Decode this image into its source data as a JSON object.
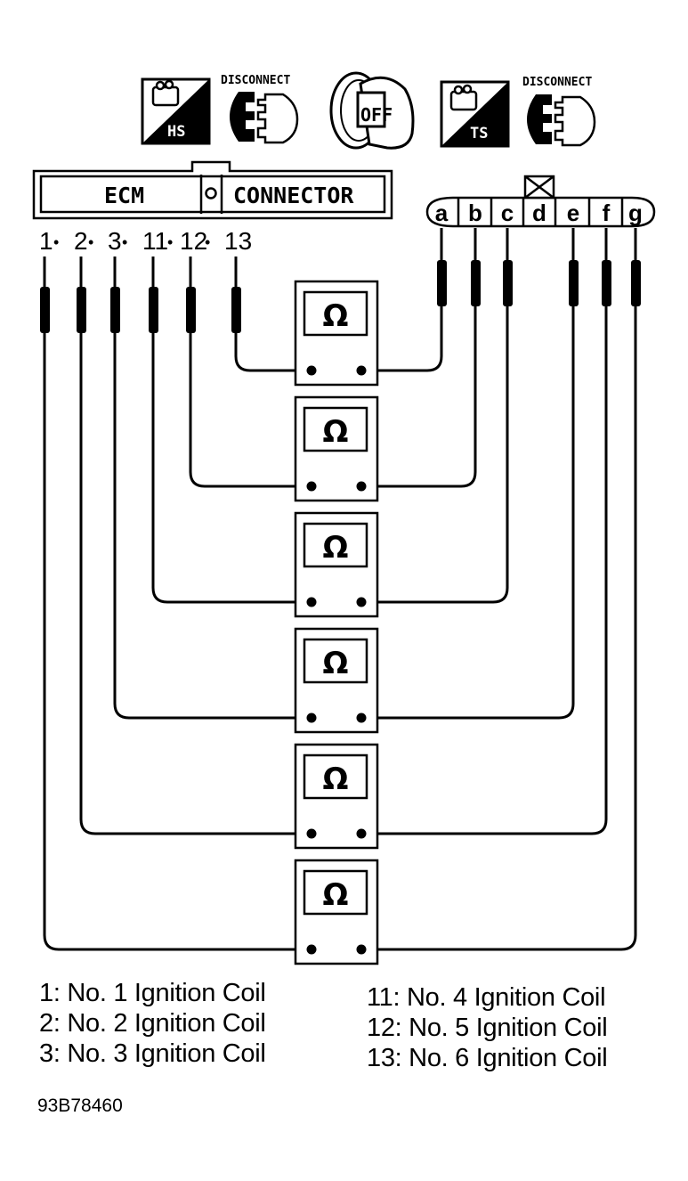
{
  "instructions": {
    "icons": [
      {
        "id": "hs",
        "name": "hot-start-icon",
        "label": "HS"
      },
      {
        "id": "disconnect1",
        "name": "disconnect-connector-icon",
        "label": "DISCONNECT"
      },
      {
        "id": "ignition",
        "name": "ignition-key-off-icon",
        "label": "OFF"
      },
      {
        "id": "ts",
        "name": "test-start-icon",
        "label": "TS"
      },
      {
        "id": "disconnect2",
        "name": "disconnect-connector-icon",
        "label": "DISCONNECT"
      }
    ]
  },
  "ecm_connector": {
    "label_left": "ECM",
    "label_right": "CONNECTOR",
    "pins": [
      "1",
      "2",
      "3",
      "11",
      "12",
      "13"
    ],
    "separator": "•"
  },
  "coil_connector": {
    "pins": [
      "a",
      "b",
      "c",
      "d",
      "e",
      "f",
      "g"
    ],
    "blocked_pin": "d"
  },
  "meters": {
    "symbol": "Ω",
    "connections": [
      {
        "ecm_pin": "13",
        "coil_pin": "a"
      },
      {
        "ecm_pin": "12",
        "coil_pin": "b"
      },
      {
        "ecm_pin": "11",
        "coil_pin": "c"
      },
      {
        "ecm_pin": "3",
        "coil_pin": "e"
      },
      {
        "ecm_pin": "2",
        "coil_pin": "f"
      },
      {
        "ecm_pin": "1",
        "coil_pin": "g"
      }
    ]
  },
  "legend": {
    "left": [
      "1: No. 1 Ignition Coil",
      "2: No. 2 Ignition Coil",
      "3: No. 3 Ignition Coil"
    ],
    "right": [
      "11: No. 4 Ignition Coil",
      "12: No. 5 Ignition Coil",
      "13: No. 6 Ignition Coil"
    ]
  },
  "figure_id": "93B78460"
}
